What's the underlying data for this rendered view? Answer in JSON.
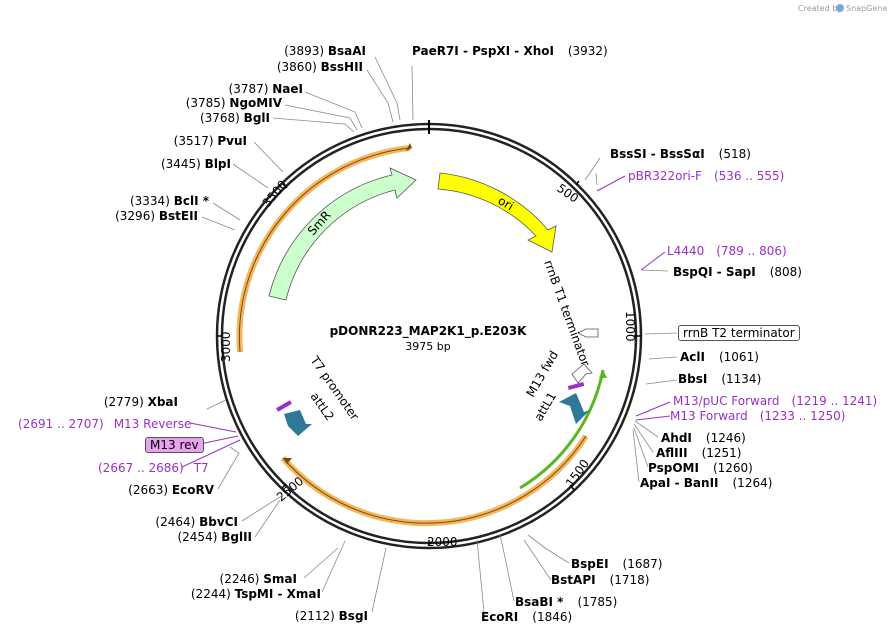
{
  "credit": {
    "text": "Created by",
    "brand": "SnapGene"
  },
  "plasmid": {
    "name": "pDONR223_MAP2K1_p.E203K",
    "size": "3975 bp"
  },
  "ticks": [
    "500",
    "1000",
    "1500",
    "2000",
    "2500",
    "3000",
    "3500"
  ],
  "sites_left": [
    {
      "pos": "(3893)",
      "name": "BsaAI"
    },
    {
      "pos": "(3860)",
      "name": "BssHII"
    },
    {
      "pos": "(3787)",
      "name": "NaeI"
    },
    {
      "pos": "(3785)",
      "name": "NgoMIV"
    },
    {
      "pos": "(3768)",
      "name": "BglI"
    },
    {
      "pos": "(3517)",
      "name": "PvuI"
    },
    {
      "pos": "(3445)",
      "name": "BlpI"
    },
    {
      "pos": "(3334)",
      "name": "BclI *"
    },
    {
      "pos": "(3296)",
      "name": "BstEII"
    },
    {
      "pos": "(2779)",
      "name": "XbaI"
    },
    {
      "pos": "(2663)",
      "name": "EcoRV"
    },
    {
      "pos": "(2464)",
      "name": "BbvCI"
    },
    {
      "pos": "(2454)",
      "name": "BglII"
    },
    {
      "pos": "(2246)",
      "name": "SmaI"
    },
    {
      "pos": "(2244)",
      "name": "TspMI  -  XmaI"
    },
    {
      "pos": "(2112)",
      "name": "BsgI"
    }
  ],
  "site_top": {
    "name": "PaeR7I  -  PspXI  -  XhoI",
    "pos": "(3932)"
  },
  "sites_right": [
    {
      "name": "BssSI  -  BssSαI",
      "pos": "(518)"
    },
    {
      "name": "BspQI  -  SapI",
      "pos": "(808)"
    },
    {
      "name": "AclI",
      "pos": "(1061)"
    },
    {
      "name": "BbsI",
      "pos": "(1134)"
    },
    {
      "name": "AhdI",
      "pos": "(1246)"
    },
    {
      "name": "AflIII",
      "pos": "(1251)"
    },
    {
      "name": "PspOMI",
      "pos": "(1260)"
    },
    {
      "name": "ApaI  -  BanII",
      "pos": "(1264)"
    },
    {
      "name": "BspEI",
      "pos": "(1687)"
    },
    {
      "name": "BstAPI",
      "pos": "(1718)"
    },
    {
      "name": "BsaBI *",
      "pos": "(1785)"
    },
    {
      "name": "EcoRI",
      "pos": "(1846)"
    }
  ],
  "primers": [
    {
      "name": "pBR322ori-F",
      "range": "(536 .. 555)"
    },
    {
      "name": "L4440",
      "range": "(789 .. 806)"
    },
    {
      "name": "M13/pUC Forward",
      "range": "(1219 .. 1241)"
    },
    {
      "name": "M13 Forward",
      "range": "(1233 .. 1250)"
    },
    {
      "name": "M13 Reverse",
      "range": "(2691 .. 2707)"
    },
    {
      "name": "T7",
      "range": "(2667 .. 2686)"
    }
  ],
  "primer_box": "M13 rev",
  "terminator_box": "rrnB T2 terminator",
  "features": {
    "ori": "ori",
    "smr": "SmR",
    "rrnb_t1": "rrnB T1 terminator",
    "m13_fwd": "M13 fwd",
    "attl1": "attL1",
    "t7_promoter": "T7 promoter",
    "attl2": "attL2"
  },
  "colors": {
    "ori": "#ffff00",
    "smr": "#ccffcc",
    "attl": "#2e7a96",
    "orange": "#f5b55a",
    "green": "#5ab51e",
    "primer": "#9b30c8",
    "primer_box": "#e8a2f0"
  }
}
